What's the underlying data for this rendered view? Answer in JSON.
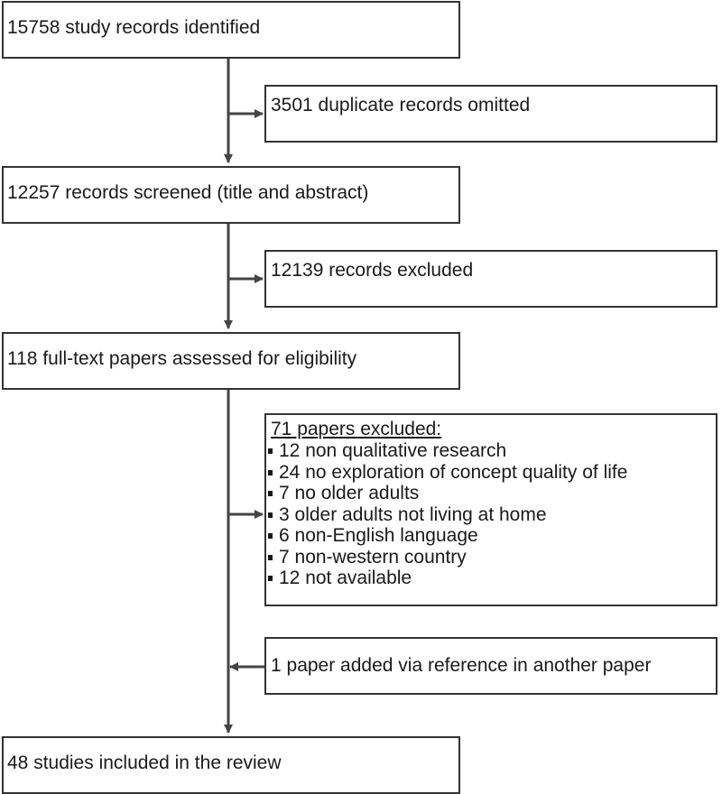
{
  "flow": {
    "identified": "15758 study records identified",
    "duplicates": "3501 duplicate records omitted",
    "screened": "12257 records screened (title and abstract)",
    "excluded_screening": "12139 records excluded",
    "full_text": "118 full-text papers assessed for eligibility",
    "excluded_full_text": {
      "title": "71 papers excluded:",
      "reasons": [
        "12 non qualitative research",
        "24 no exploration of concept quality of life",
        "7 no older adults",
        "3 older adults not living at home",
        "6 non-English language",
        "7 non-western country",
        "12 not available"
      ]
    },
    "added": "1 paper added via reference in another paper",
    "included": "48 studies included in the review"
  },
  "colors": {
    "line": "#444444",
    "border": "#333333",
    "text": "#1a1a1a"
  }
}
